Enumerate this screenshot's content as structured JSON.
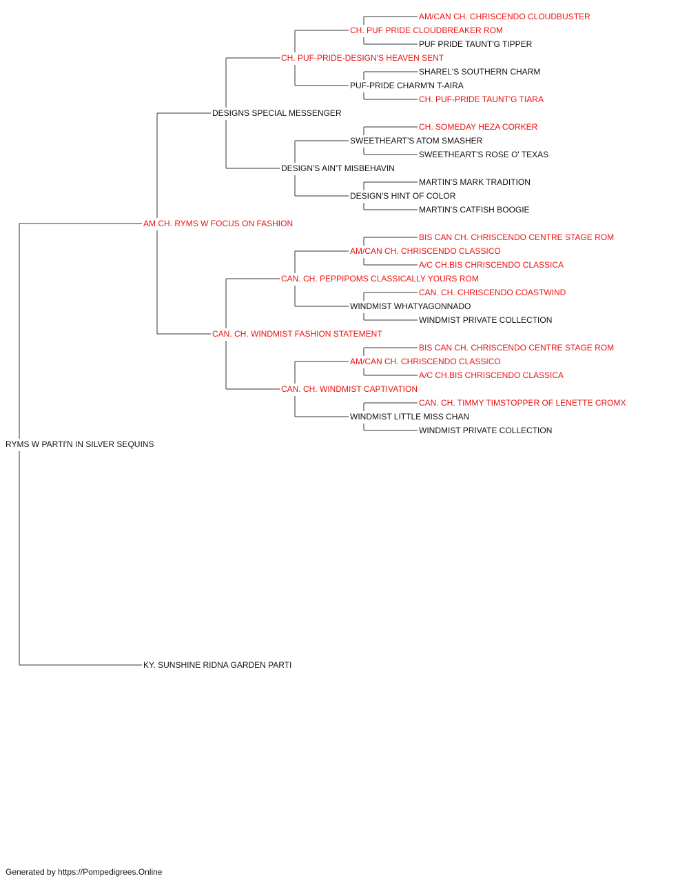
{
  "colors": {
    "titled": "#ee1111",
    "plain": "#111111",
    "line": "#333333"
  },
  "pedigree": {
    "name": "RYMS W PARTI'N IN SILVER SEQUINS",
    "titled": false,
    "sire": {
      "name": "AM CH. RYMS W FOCUS ON FASHION",
      "titled": true,
      "sire": {
        "name": "DESIGNS SPECIAL MESSENGER",
        "titled": false,
        "sire": {
          "name": "CH. PUF-PRIDE-DESIGN'S HEAVEN SENT",
          "titled": true,
          "sire": {
            "name": "CH. PUF PRIDE CLOUDBREAKER ROM",
            "titled": true,
            "sire": {
              "name": "AM/CAN CH. CHRISCENDO CLOUDBUSTER",
              "titled": true
            },
            "dam": {
              "name": "PUF PRIDE TAUNT'G TIPPER",
              "titled": false
            }
          },
          "dam": {
            "name": "PUF-PRIDE CHARM'N T-AIRA",
            "titled": false,
            "sire": {
              "name": "SHAREL'S SOUTHERN CHARM",
              "titled": false
            },
            "dam": {
              "name": "CH. PUF-PRIDE TAUNT'G TIARA",
              "titled": true
            }
          }
        },
        "dam": {
          "name": "DESIGN'S AIN'T MISBEHAVIN",
          "titled": false,
          "sire": {
            "name": "SWEETHEART'S ATOM SMASHER",
            "titled": false,
            "sire": {
              "name": "CH. SOMEDAY HEZA CORKER",
              "titled": true
            },
            "dam": {
              "name": "SWEETHEART'S ROSE O' TEXAS",
              "titled": false
            }
          },
          "dam": {
            "name": "DESIGN'S HINT OF COLOR",
            "titled": false,
            "sire": {
              "name": "MARTIN'S MARK TRADITION",
              "titled": false
            },
            "dam": {
              "name": "MARTIN'S CATFISH BOOGIE",
              "titled": false
            }
          }
        }
      },
      "dam": {
        "name": "CAN. CH. WINDMIST FASHION STATEMENT",
        "titled": true,
        "sire": {
          "name": "CAN. CH. PEPPIPOMS CLASSICALLY YOURS ROM",
          "titled": true,
          "sire": {
            "name": "AM/CAN CH. CHRISCENDO CLASSICO",
            "titled": true,
            "sire": {
              "name": "BIS CAN CH. CHRISCENDO CENTRE STAGE ROM",
              "titled": true
            },
            "dam": {
              "name": "A/C CH.BIS CHRISCENDO CLASSICA",
              "titled": true
            }
          },
          "dam": {
            "name": "WINDMIST WHATYAGONNADO",
            "titled": false,
            "sire": {
              "name": "CAN. CH. CHRISCENDO COASTWIND",
              "titled": true
            },
            "dam": {
              "name": "WINDMIST PRIVATE COLLECTION",
              "titled": false
            }
          }
        },
        "dam": {
          "name": "CAN. CH. WINDMIST CAPTIVATION",
          "titled": true,
          "sire": {
            "name": "AM/CAN CH. CHRISCENDO CLASSICO",
            "titled": true,
            "sire": {
              "name": "BIS CAN CH. CHRISCENDO CENTRE STAGE ROM",
              "titled": true
            },
            "dam": {
              "name": "A/C CH.BIS CHRISCENDO CLASSICA",
              "titled": true
            }
          },
          "dam": {
            "name": "WINDMIST LITTLE MISS CHAN",
            "titled": false,
            "sire": {
              "name": "CAN. CH. TIMMY TIMSTOPPER OF LENETTE CROMX",
              "titled": true
            },
            "dam": {
              "name": "WINDMIST PRIVATE COLLECTION",
              "titled": false
            }
          }
        }
      }
    },
    "dam": {
      "name": "KY. SUNSHINE RIDNA GARDEN PARTI",
      "titled": false
    }
  },
  "footer": {
    "text": "Generated by https://Pompedigrees.Online"
  }
}
